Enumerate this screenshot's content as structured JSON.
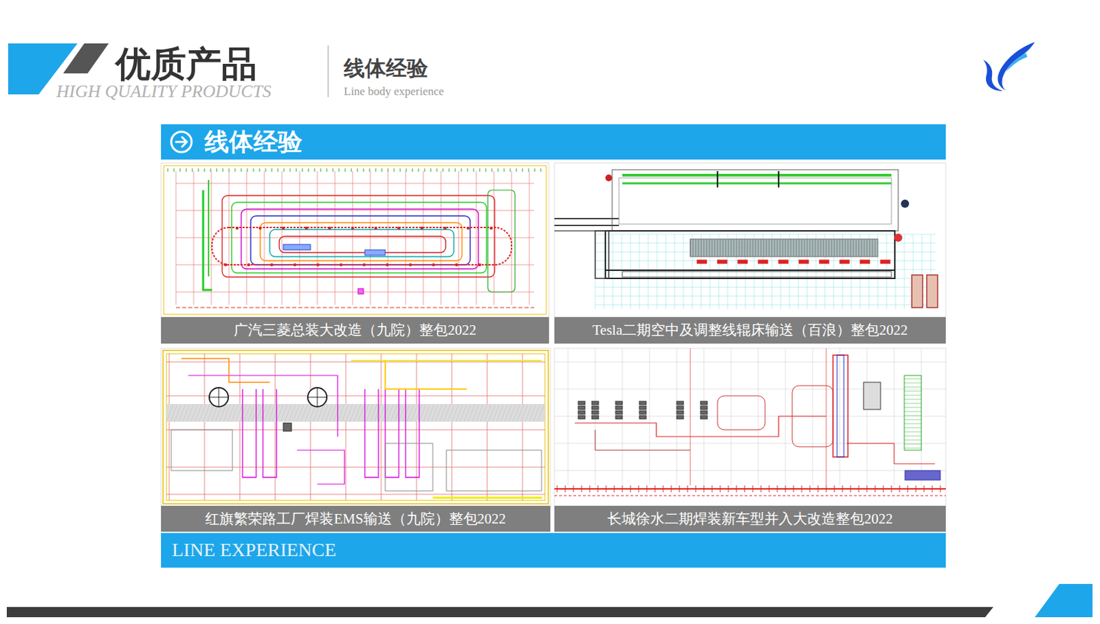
{
  "diagram": {
    "title": "优质产品",
    "nodes": [
      {
        "text": [
          "线体经验"
        ]
      },
      {
        "text": [
          "广汽三菱总装大改造（九院）整包2022"
        ]
      },
      {
        "text": [
          "Tesla二期空中及调整线辊床输送（百浪）整包2022"
        ]
      },
      {
        "text": [
          "红旗繁荣路工厂焊装EMS输送（九院）整包2022"
        ]
      },
      {
        "text": [
          "长城徐水二期焊装新车型并入大改造整包2022"
        ]
      },
      {
        "text": [
          "LINE EXPERIENCE"
        ]
      }
    ],
    "labels": [
      "HIGH QUALITY PRODUCTS",
      "线体经验",
      "Line body experience"
    ]
  }
}
